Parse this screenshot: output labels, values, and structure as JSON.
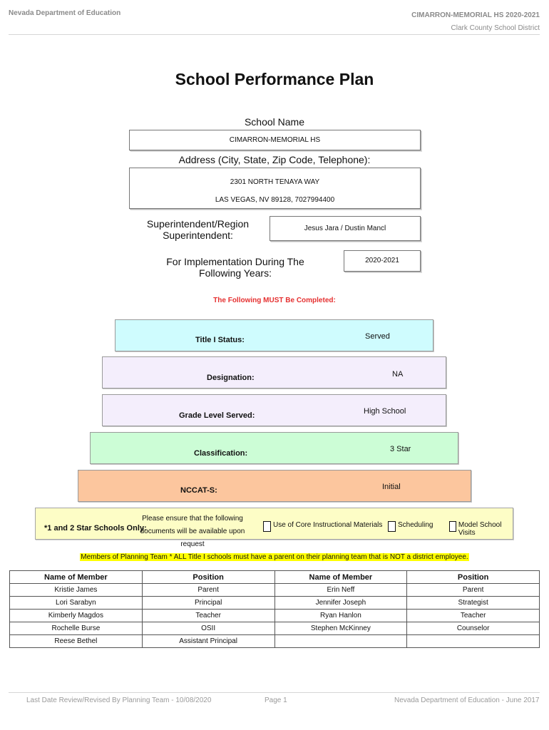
{
  "header": {
    "left": "Nevada Department of Education",
    "school_year": "CIMARRON-MEMORIAL HS  2020-2021",
    "district": "Clark County School District"
  },
  "title": "School Performance Plan",
  "school_name": {
    "label": "School Name",
    "value": "CIMARRON-MEMORIAL HS"
  },
  "address": {
    "label": "Address (City, State, Zip Code, Telephone):",
    "line1": "2301 NORTH TENAYA WAY",
    "line2": "LAS VEGAS, NV  89128, 7027994400"
  },
  "superintendent": {
    "label_line1": "Superintendent/Region",
    "label_line2": "Superintendent:",
    "value": "Jesus Jara / Dustin Mancl"
  },
  "implementation": {
    "label": "For Implementation During The Following Years:",
    "value": "2020-2021"
  },
  "must_complete": "The Following MUST Be Completed:",
  "fields": {
    "title1": {
      "label": "Title I Status:",
      "value": "Served",
      "color": "#cffcfe"
    },
    "designation": {
      "label": "Designation:",
      "value": "NA",
      "color": "#f4eefc"
    },
    "grade_level": {
      "label": "Grade Level Served:",
      "value": "High School",
      "color": "#f4eefc"
    },
    "classification": {
      "label": "Classification:",
      "value": "3 Star",
      "color": "#ccfdd6"
    },
    "nccat": {
      "label": "NCCAT-S:",
      "value": "Initial",
      "color": "#fcc69e"
    }
  },
  "star_schools": {
    "label": "*1 and 2 Star Schools Only:",
    "note_line1": "Please ensure that the following",
    "note_line2": "documents will be available upon request",
    "check1": "Use of Core Instructional Materials",
    "check2": "Scheduling",
    "check3": "Model School Visits",
    "color": "#fdfdc6"
  },
  "members_note": "Members of Planning Team * ALL Title I schools must have a parent on their planning team that is NOT a district employee.",
  "team_table": {
    "headers": [
      "Name of Member",
      "Position",
      "Name of Member",
      "Position"
    ],
    "rows": [
      [
        "Kristie James",
        "Parent",
        "Erin Neff",
        "Parent"
      ],
      [
        "Lori Sarabyn",
        "Principal",
        "Jennifer Joseph",
        "Strategist"
      ],
      [
        "Kimberly Magdos",
        "Teacher",
        "Ryan Hanlon",
        "Teacher"
      ],
      [
        "Rochelle Burse",
        "OSII",
        "Stephen McKinney",
        "Counselor"
      ],
      [
        "Reese Bethel",
        "Assistant Principal",
        "",
        ""
      ]
    ]
  },
  "footer": {
    "left": "Last Date Review/Revised By Planning Team - 10/08/2020",
    "center": "Page 1",
    "right": "Nevada Department of Education - June 2017"
  }
}
